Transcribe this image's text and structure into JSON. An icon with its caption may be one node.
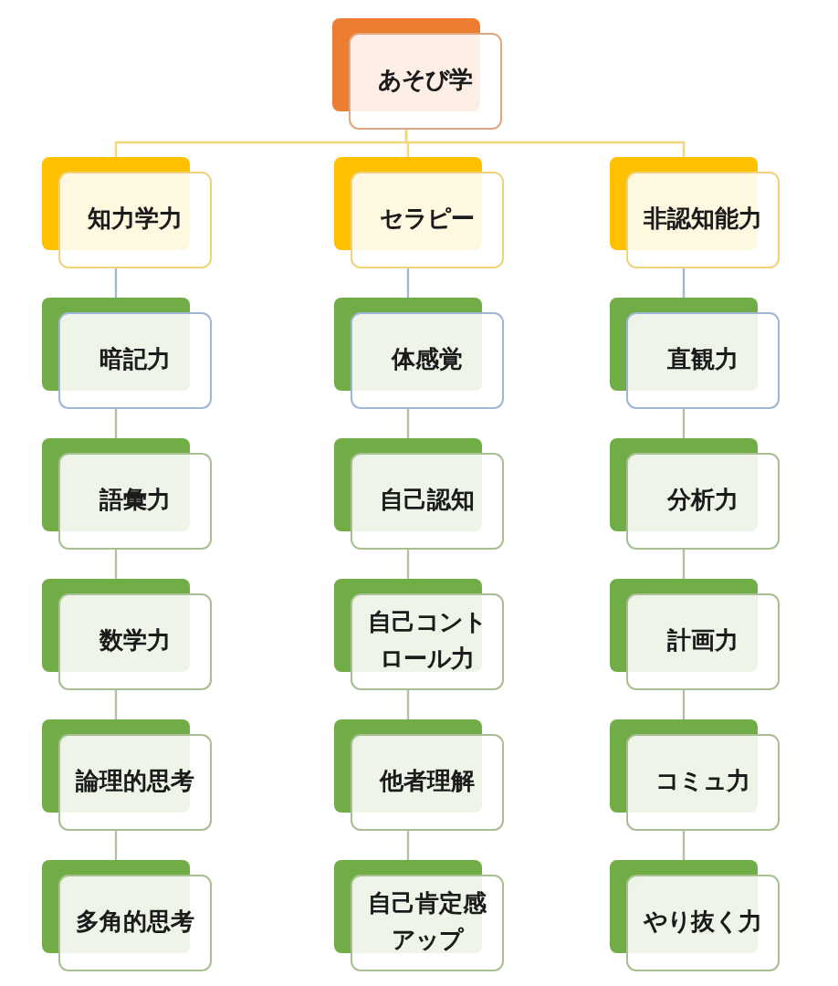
{
  "diagram": {
    "nodes": [
      {
        "text": [
          "あそび学"
        ]
      },
      {
        "text": [
          "知力学力"
        ]
      },
      {
        "text": [
          "セラピー"
        ]
      },
      {
        "text": [
          "非認知能力"
        ]
      },
      {
        "text": [
          "暗記力"
        ]
      },
      {
        "text": [
          "体感覚"
        ]
      },
      {
        "text": [
          "直観力"
        ]
      },
      {
        "text": [
          "語彙力"
        ]
      },
      {
        "text": [
          "自己認知"
        ]
      },
      {
        "text": [
          "分析力"
        ]
      },
      {
        "text": [
          "数学力"
        ]
      },
      {
        "text": [
          "自己コントロール力"
        ]
      },
      {
        "text": [
          "計画力"
        ]
      },
      {
        "text": [
          "論理的思考"
        ]
      },
      {
        "text": [
          "他者理解"
        ]
      },
      {
        "text": [
          "コミュ力"
        ]
      },
      {
        "text": [
          "多角的思考"
        ]
      },
      {
        "text": [
          "自己肯定感アップ"
        ]
      },
      {
        "text": [
          "やり抜く力"
        ]
      }
    ],
    "edges": [
      {
        "from": 0,
        "to": 1,
        "arrow": "none",
        "color": "#f0d77a"
      },
      {
        "from": 0,
        "to": 2,
        "arrow": "none",
        "color": "#f0d77a"
      },
      {
        "from": 0,
        "to": 3,
        "arrow": "none",
        "color": "#f0d77a"
      },
      {
        "from": 1,
        "to": 4,
        "arrow": "none",
        "color": "#a3b7d4"
      },
      {
        "from": 2,
        "to": 5,
        "arrow": "none",
        "color": "#a3b7d4"
      },
      {
        "from": 3,
        "to": 6,
        "arrow": "none",
        "color": "#a3b7d4"
      },
      {
        "from": 4,
        "to": 7,
        "arrow": "none"
      },
      {
        "from": 5,
        "to": 8,
        "arrow": "none"
      },
      {
        "from": 6,
        "to": 9,
        "arrow": "none"
      },
      {
        "from": 7,
        "to": 10,
        "arrow": "none"
      },
      {
        "from": 8,
        "to": 11,
        "arrow": "none"
      },
      {
        "from": 9,
        "to": 12,
        "arrow": "none"
      },
      {
        "from": 10,
        "to": 13,
        "arrow": "none"
      },
      {
        "from": 11,
        "to": 14,
        "arrow": "none"
      },
      {
        "from": 12,
        "to": 15,
        "arrow": "none"
      },
      {
        "from": 13,
        "to": 16,
        "arrow": "none"
      },
      {
        "from": 14,
        "to": 17,
        "arrow": "none"
      },
      {
        "from": 15,
        "to": 18,
        "arrow": "none"
      }
    ]
  }
}
